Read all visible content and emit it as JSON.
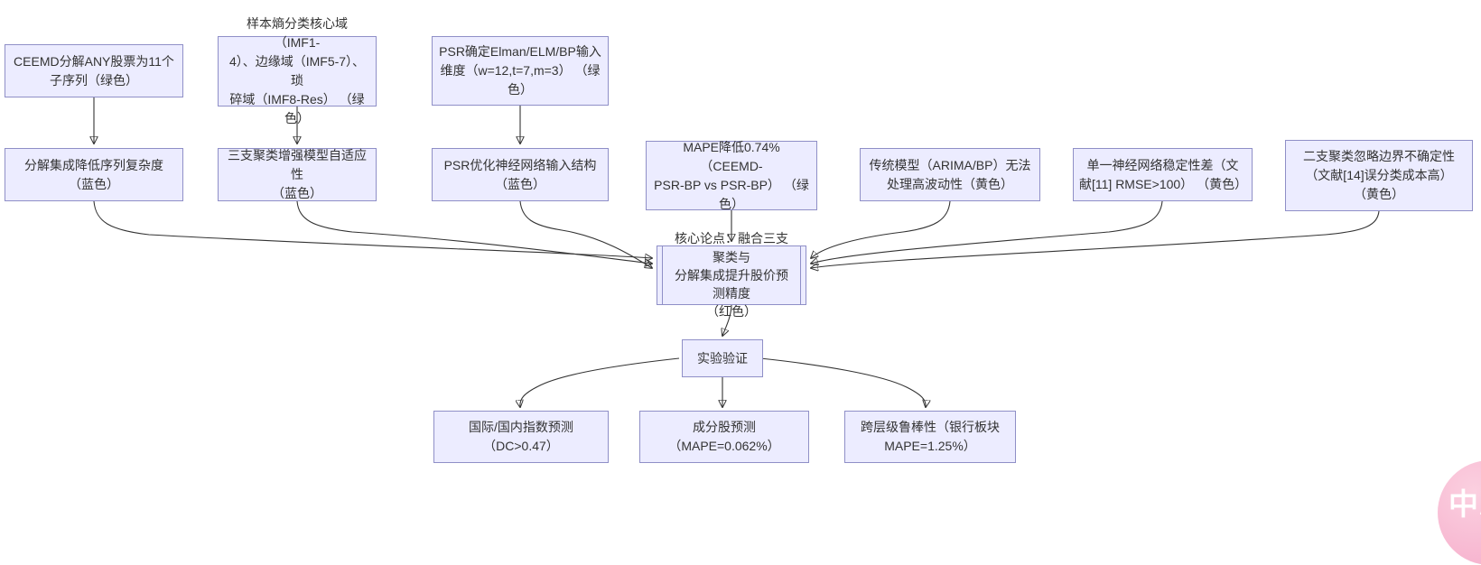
{
  "colors": {
    "node_fill": "#ECECFF",
    "node_border": "#8f8fc7",
    "edge_color": "#333333",
    "text_color": "#333333",
    "badge_pink": "#f7b6d0",
    "badge_pink_light": "#fbd0e0"
  },
  "diagram": {
    "nodes": {
      "ceemd_decompose": {
        "label": "CEEMD分解ANY股票为11个\n子序列（绿色）"
      },
      "sample_entropy": {
        "label": "样本熵分类核心域（IMF1-\n4）、边缘域（IMF5-7）、琐\n碎域（IMF8-Res） （绿色）"
      },
      "psr_input_dim": {
        "label": "PSR确定Elman/ELM/BP输入\n维度（w=12,t=7,m=3） （绿\n色）"
      },
      "decompose_complexity": {
        "label": "分解集成降低序列复杂度\n（蓝色）"
      },
      "three_way_adaptive": {
        "label": "三支聚类增强模型自适应性\n（蓝色）"
      },
      "psr_structure": {
        "label": "PSR优化神经网络输入结构\n（蓝色）"
      },
      "mape_improve": {
        "label": "MAPE降低0.74%（CEEMD-\nPSR-BP vs PSR-BP） （绿\n色）"
      },
      "traditional_limits": {
        "label": "传统模型（ARIMA/BP）无法\n处理高波动性（黄色）"
      },
      "single_nn_unstable": {
        "label": "单一神经网络稳定性差（文\n献[11] RMSE>100） （黄色）"
      },
      "two_way_limits": {
        "label": "二支聚类忽略边界不确定性\n（文献[14]误分类成本高）\n（黄色）"
      },
      "core_thesis": {
        "label": "核心论点：融合三支聚类与\n分解集成提升股价预测精度\n（红色）"
      },
      "experiment": {
        "label": "实验验证"
      },
      "index_forecast": {
        "label": "国际/国内指数预测\n（DC>0.47）"
      },
      "stock_forecast": {
        "label": "成分股预测\n（MAPE=0.062%）"
      },
      "robustness": {
        "label": "跨层级鲁棒性（银行板块\nMAPE=1.25%）"
      }
    }
  },
  "badge": {
    "label": "中A"
  }
}
